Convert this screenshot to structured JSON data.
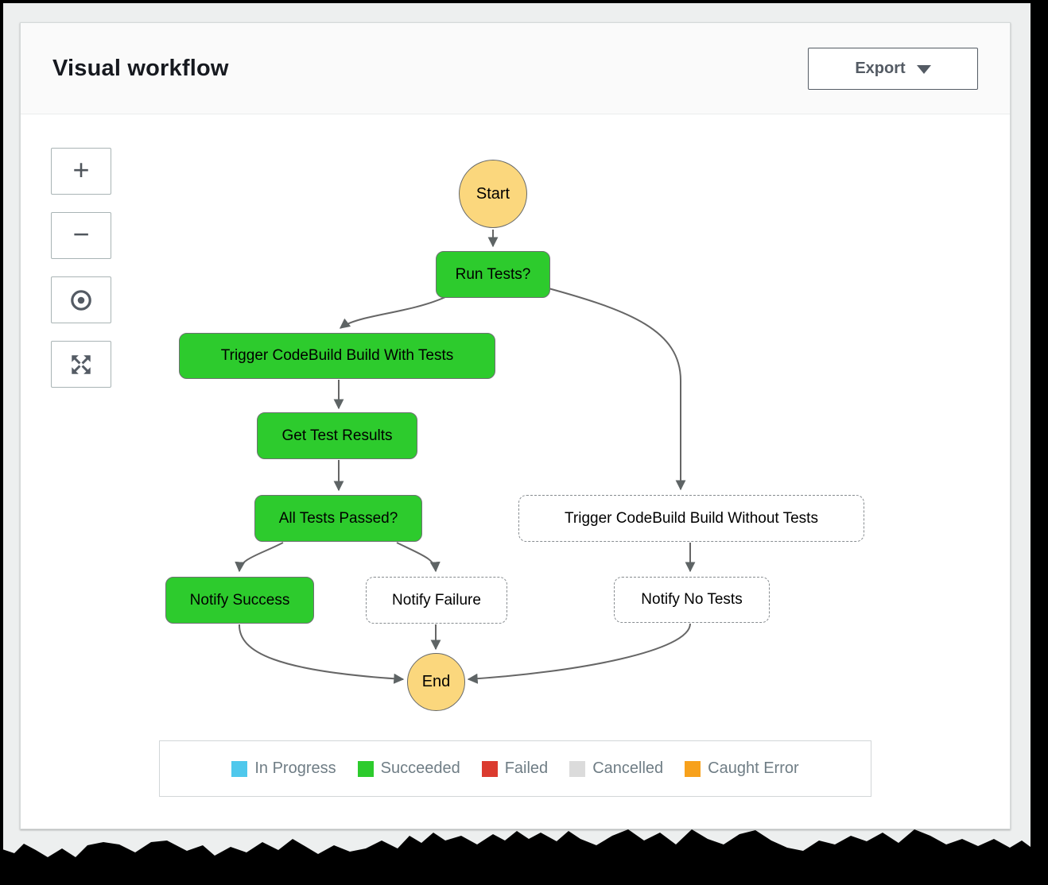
{
  "header": {
    "title": "Visual workflow",
    "export_button": {
      "label": "Export",
      "icon": "caret-down-icon"
    }
  },
  "zoom_controls": {
    "zoom_in": {
      "glyph": "+",
      "icon": "plus-icon"
    },
    "zoom_out": {
      "glyph": "−",
      "icon": "minus-icon"
    },
    "center": {
      "icon": "circle-dot-icon"
    },
    "fit": {
      "icon": "expand-arrows-icon"
    }
  },
  "diagram": {
    "nodes": {
      "start": {
        "label": "Start",
        "appearance": "terminal-circle"
      },
      "run_tests": {
        "label": "Run Tests?",
        "appearance": "succeeded-green"
      },
      "trigger_with_tests": {
        "label": "Trigger CodeBuild Build With Tests",
        "appearance": "succeeded-green"
      },
      "get_test_results": {
        "label": "Get Test Results",
        "appearance": "succeeded-green"
      },
      "all_tests_passed": {
        "label": "All Tests Passed?",
        "appearance": "succeeded-green"
      },
      "notify_success": {
        "label": "Notify Success",
        "appearance": "succeeded-green"
      },
      "notify_failure": {
        "label": "Notify Failure",
        "appearance": "dashed-outline"
      },
      "trigger_without_tests": {
        "label": "Trigger CodeBuild Build Without Tests",
        "appearance": "dashed-outline"
      },
      "notify_no_tests": {
        "label": "Notify No Tests",
        "appearance": "dashed-outline"
      },
      "end": {
        "label": "End",
        "appearance": "terminal-circle"
      }
    }
  },
  "legend": {
    "items": [
      {
        "label": "In Progress",
        "color": "#4FC8EC"
      },
      {
        "label": "Succeeded",
        "color": "#2DCB2D"
      },
      {
        "label": "Failed",
        "color": "#DB3B2F"
      },
      {
        "label": "Cancelled",
        "color": "#DBDBDB"
      },
      {
        "label": "Caught Error",
        "color": "#F7A11C"
      }
    ]
  },
  "colors": {
    "succeeded_node": "#2DCB2D",
    "terminal_node": "#FBD77D",
    "edge": "#666666",
    "header_text": "#16191F",
    "button_outline": "#545B64"
  }
}
